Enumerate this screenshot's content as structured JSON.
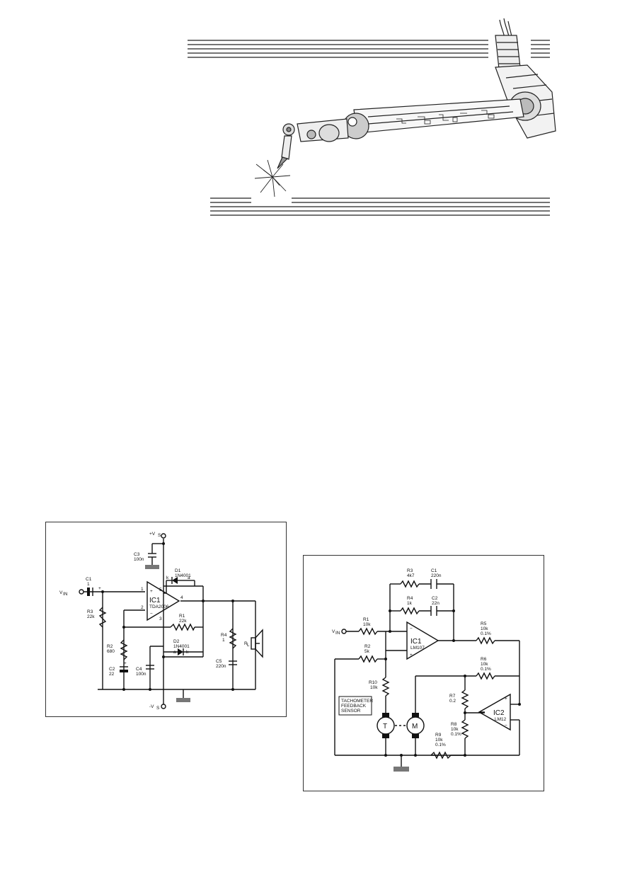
{
  "figure1": {
    "labels": {
      "vs_plus": "+V",
      "vs_plus_sub": "S",
      "vs_minus": "-V",
      "vs_minus_sub": "S",
      "vin": "V",
      "vin_sub": "IN",
      "c1": "C1",
      "c1_val": "1",
      "c3": "C3",
      "c3_val": "100n",
      "d1": "D1",
      "d1_val": "1N4001",
      "d2": "D2",
      "d2_val": "1N4001",
      "ic1": "IC1",
      "ic1_val": "TDA2006",
      "r1": "R1",
      "r1_val": "22k",
      "r2": "R2",
      "r2_val": "680",
      "r3": "R3",
      "r3_val": "22k",
      "r4": "R4",
      "r4_val": "1",
      "c2": "C2",
      "c2_val": "22",
      "c4": "C4",
      "c4_val": "100n",
      "c5": "C5",
      "c5_val": "220n",
      "rl": "R",
      "rl_sub": "L",
      "pin1": "1",
      "pin2": "2",
      "pin3": "3",
      "pin4": "4",
      "pin5": "5",
      "k": "k",
      "a": "a",
      "plus": "+",
      "minus": "−"
    }
  },
  "figure2": {
    "labels": {
      "r1": "R1",
      "r1_val": "10k",
      "r2": "R2",
      "r2_val": "5k",
      "r3": "R3",
      "r3_val": "4k7",
      "r4": "R4",
      "r4_val": "1k",
      "c1": "C1",
      "c1_val": "220n",
      "c2": "C2",
      "c2_val": "22n",
      "r5": "R5",
      "r5_val": "10k",
      "r5_tol": "0.1%",
      "r6": "R6",
      "r6_val": "10k",
      "r6_tol": "0.1%",
      "r7": "R7",
      "r7_val": "0.2",
      "r8": "R8",
      "r8_val": "10k",
      "r8_tol": "0.1%",
      "r9": "R9",
      "r9_val": "10k",
      "r9_tol": "0.1%",
      "r10": "R10",
      "r10_val": "10k",
      "ic1": "IC1",
      "ic1_val": "LM107",
      "ic2": "IC2",
      "ic2_val": "LM12",
      "vin": "V",
      "vin_sub": "IN",
      "tacho_line1": "TACHOMETER",
      "tacho_line2": "FEEDBACK",
      "tacho_line3": "SENSOR",
      "t": "T",
      "m": "M",
      "plus": "+",
      "minus": "−"
    }
  }
}
